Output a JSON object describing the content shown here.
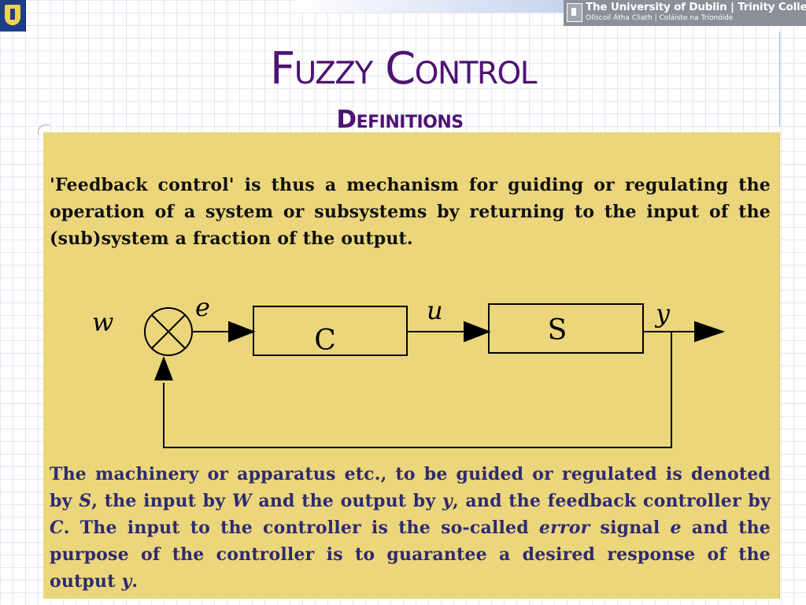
{
  "header": {
    "university_line1": "The University of Dublin | Trinity College",
    "university_line2": "Ollscoil Átha Cliath | Coláiste na Tríonóide"
  },
  "title": "Fuzzy Control",
  "subtitle": "Definitions",
  "paragraph1": "'Feedback control' is thus a mechanism for guiding or regulating the operation of a system or subsystems by returning to the input of the (sub)system a fraction of the output.",
  "diagram": {
    "input_label": "w",
    "error_label": "e",
    "controller_label": "C",
    "control_label": "u",
    "system_label": "S",
    "output_label": "y"
  },
  "paragraph2": {
    "p1": "The machinery or apparatus etc., to be guided or regulated is denoted by ",
    "s": "S",
    "p2": ", the input by ",
    "w": "W",
    "p3": " and the output by ",
    "y1": "y",
    "p4": ", and the feedback controller by ",
    "c": "C",
    "p5": ".  The input to the controller is the so-called ",
    "error": "error",
    "p6": " signal ",
    "e": "e",
    "p7": " and the purpose of the controller is to guarantee a desired response of the output ",
    "y2": "y",
    "p8": "."
  },
  "colors": {
    "title": "#4e1373",
    "box": "#ecd67c",
    "paragraph2_text": "#2e2a72"
  }
}
